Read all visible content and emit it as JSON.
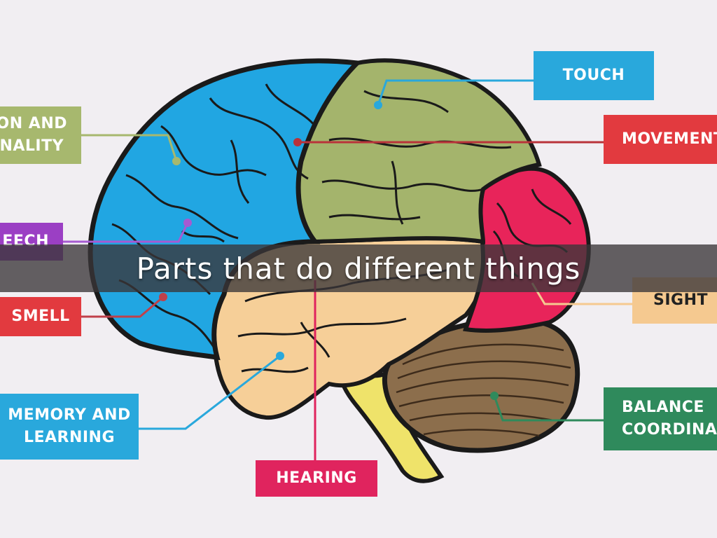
{
  "title": "Parts that do different things",
  "labels": {
    "touch": {
      "lines": [
        "TOUCH"
      ],
      "color": "#29a8dc"
    },
    "movement": {
      "lines": [
        "MOVEMENT"
      ],
      "color": "#e23a3f"
    },
    "emotion": {
      "lines": [
        "ON AND",
        "NALITY"
      ],
      "color": "#a7b86e"
    },
    "speech": {
      "lines": [
        "EECH"
      ],
      "color": "#9b3fc4"
    },
    "smell": {
      "lines": [
        "SMELL"
      ],
      "color": "#e23a3f"
    },
    "sight": {
      "lines": [
        "SIGHT"
      ],
      "color": "#f5c990"
    },
    "memory": {
      "lines": [
        "MEMORY AND",
        "LEARNING"
      ],
      "color": "#29a8dc"
    },
    "hearing": {
      "lines": [
        "HEARING"
      ],
      "color": "#e0245e"
    },
    "balance": {
      "lines": [
        "BALANCE",
        "COORDINA"
      ],
      "color": "#2f8a5c"
    }
  },
  "regions": {
    "frontal_lobe": "#21a6e2",
    "parietal_lobe": "#a4b46c",
    "occipital_lobe": "#e8245a",
    "temporal_lobe": "#f6cf98",
    "cerebellum": "#8c6e4c",
    "brainstem": "#efe36a",
    "outline": "#1a1a1a"
  }
}
